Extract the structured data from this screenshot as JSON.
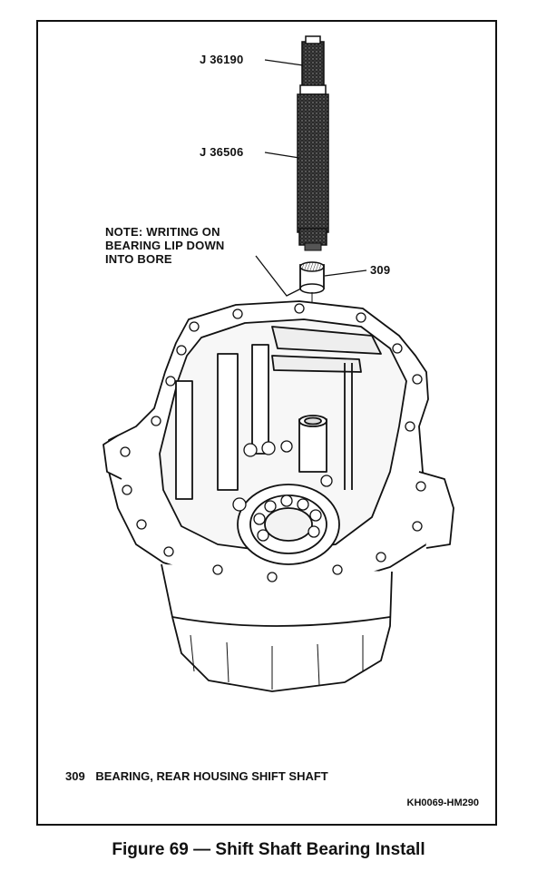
{
  "callouts": {
    "tool_1": "J 36190",
    "tool_2": "J 36506",
    "note_line1": "NOTE: WRITING ON",
    "note_line2": "BEARING LIP DOWN",
    "note_line3": "INTO BORE",
    "part_number": "309"
  },
  "legend": {
    "number": "309",
    "description": "BEARING, REAR HOUSING SHIFT SHAFT"
  },
  "drawing_code": "KH0069-HM290",
  "caption": "Figure 69 — Shift Shaft Bearing Install",
  "illustration": {
    "subject": "rear-housing-with-bearing-installer",
    "ink_color": "#111111",
    "paper_color": "#ffffff"
  }
}
